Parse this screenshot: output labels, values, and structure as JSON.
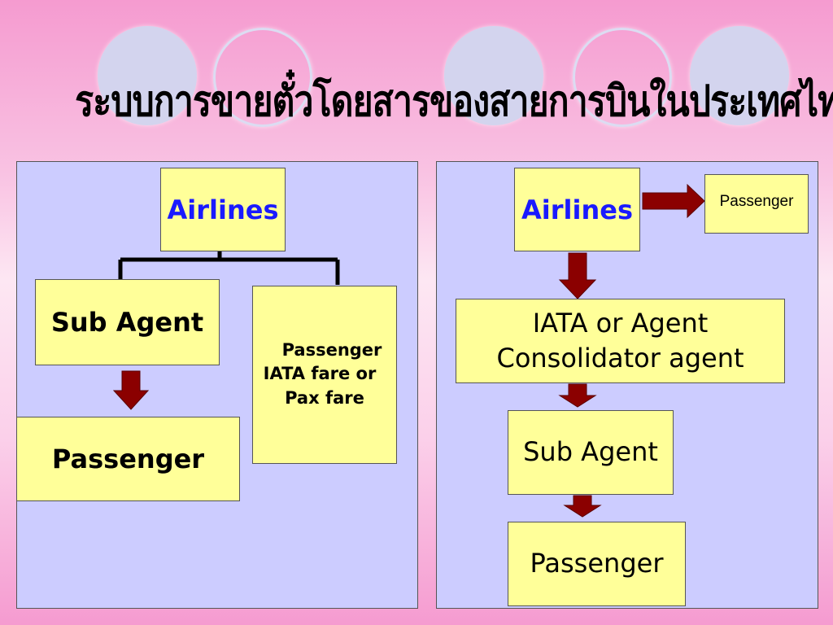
{
  "title": "ระบบการขายตั๋วโดยสารของสายการบินในประเทศไทย",
  "left_diagram": {
    "airlines": "Airlines",
    "sub_agent": "Sub Agent",
    "passenger": "Passenger",
    "fare_box": {
      "line1": "Passenger",
      "line2": "IATA fare or",
      "line3": "Pax fare"
    }
  },
  "right_diagram": {
    "airlines": "Airlines",
    "passenger_direct": "Passenger",
    "iata": {
      "line1": "IATA or Agent",
      "line2": "Consolidator agent"
    },
    "sub_agent": "Sub Agent",
    "passenger": "Passenger"
  },
  "colors": {
    "box_fill": "#ffff99",
    "panel_fill": "#ccccff",
    "arrow_fill": "#8b0000",
    "airlines_text": "#1a1aff"
  }
}
